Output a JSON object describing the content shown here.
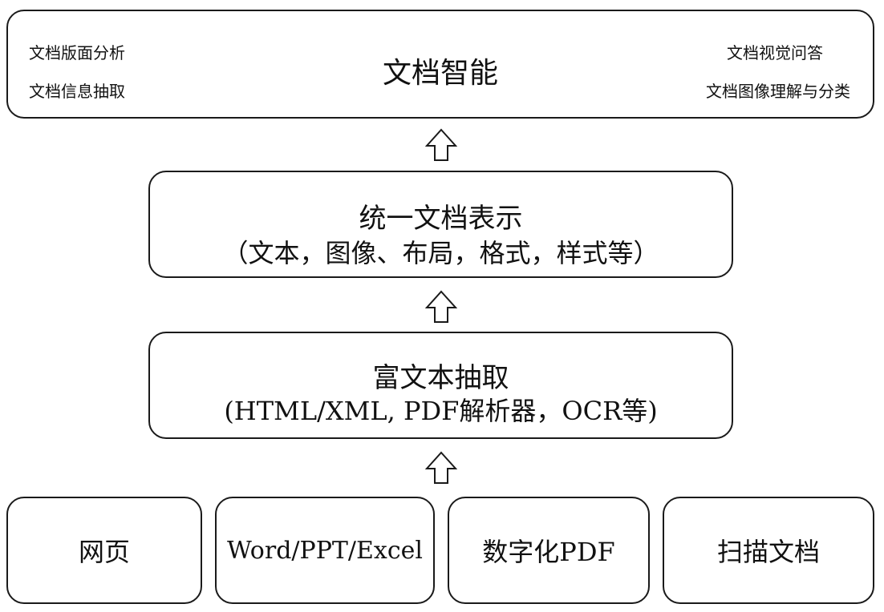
{
  "top": {
    "title": "文档智能",
    "tasks_left": [
      "文档版面分析",
      "文档信息抽取"
    ],
    "tasks_right": [
      "文档视觉问答",
      "文档图像理解与分类"
    ]
  },
  "middle": {
    "title": "统一文档表示",
    "subtitle": "（文本，图像、布局，格式，样式等）"
  },
  "extraction": {
    "title": "富文本抽取",
    "subtitle": "(HTML/XML, PDF解析器，OCR等)"
  },
  "sources": [
    "网页",
    "Word/PPT/Excel",
    "数字化PDF",
    "扫描文档"
  ],
  "colors": {
    "stroke": "#1a1a1a",
    "background": "#ffffff"
  }
}
